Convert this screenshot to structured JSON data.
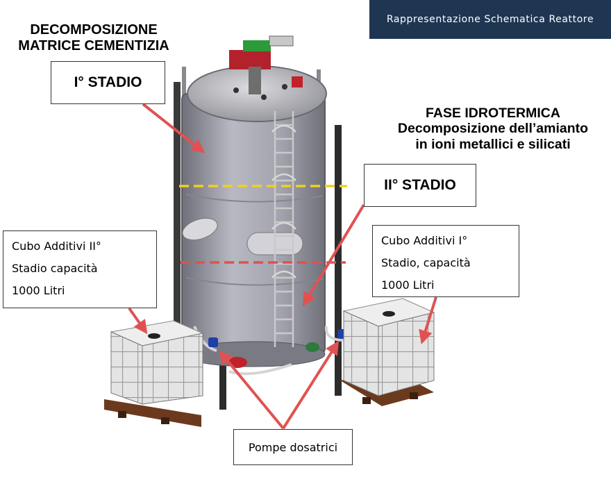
{
  "banner": {
    "text": "Rappresentazione Schematica Reattore"
  },
  "labels": {
    "matrix_title_line1": "DECOMPOSIZIONE",
    "matrix_title_line2": "MATRICE CEMENTIZIA",
    "phase_title_line1": "FASE IDROTERMICA",
    "phase_title_line2": "Decomposizione dell’amianto",
    "phase_title_line3": "in ioni metallici e silicati",
    "stage1": "I° STADIO",
    "stage2": "II° STADIO",
    "cube_left_line1": "Cubo Additivi  II°",
    "cube_left_line2": "Stadio capacità",
    "cube_left_line3": "1000 Litri",
    "cube_right_line1": "Cubo Additivi I°",
    "cube_right_line2": "Stadio, capacità",
    "cube_right_line3": "1000 Litri",
    "pumps": "Pompe dosatrici"
  },
  "colors": {
    "banner_bg": "#1f3653",
    "arrow": "#e05252",
    "stage1_divider": "#f0d020",
    "stage2_divider": "#e05050",
    "tank_body": "#a9a9b3",
    "frame": "#2c2c2c"
  }
}
